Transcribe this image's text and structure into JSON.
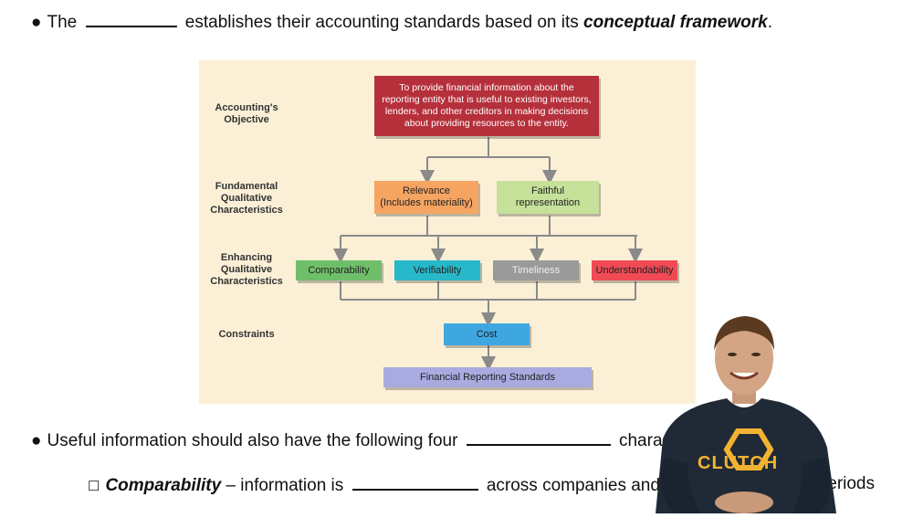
{
  "slide": {
    "line1": {
      "before": "The",
      "after": "establishes their accounting standards based on its",
      "emphasis": "conceptual framework",
      "end": "."
    },
    "line2": {
      "before": "Useful information should also have the following four",
      "after": "characteristics"
    },
    "line3": {
      "term": "Comparability",
      "text1": "– information is",
      "text2": "across companies and",
      "tail": "eriods"
    }
  },
  "diagram": {
    "row_labels": {
      "objective": "Accounting's\nObjective",
      "fundamental": "Fundamental\nQualitative\nCharacteristics",
      "enhancing": "Enhancing\nQualitative\nCharacteristics",
      "constraints": "Constraints"
    },
    "objective_box": "To provide financial information about the reporting entity that is useful to existing investors, lenders, and other creditors in making decisions about providing resources to the entity.",
    "relevance": "Relevance\n(Includes materiality)",
    "faithful": "Faithful\nrepresentation",
    "comparability": "Comparability",
    "verifiability": "Verifiability",
    "timeliness": "Timeliness",
    "understandability": "Understandability",
    "cost": "Cost",
    "frs": "Financial Reporting Standards",
    "colors": {
      "objective": "#b5303b",
      "relevance": "#f5a462",
      "faithful": "#c5e19a",
      "comparability": "#6fbf6a",
      "verifiability": "#27b8c9",
      "timeliness": "#9a9a9a",
      "understandability": "#f04a55",
      "cost": "#3fa7e0",
      "frs": "#a9abe0"
    }
  },
  "presenter": {
    "shirt_text": "CLUTCH"
  }
}
